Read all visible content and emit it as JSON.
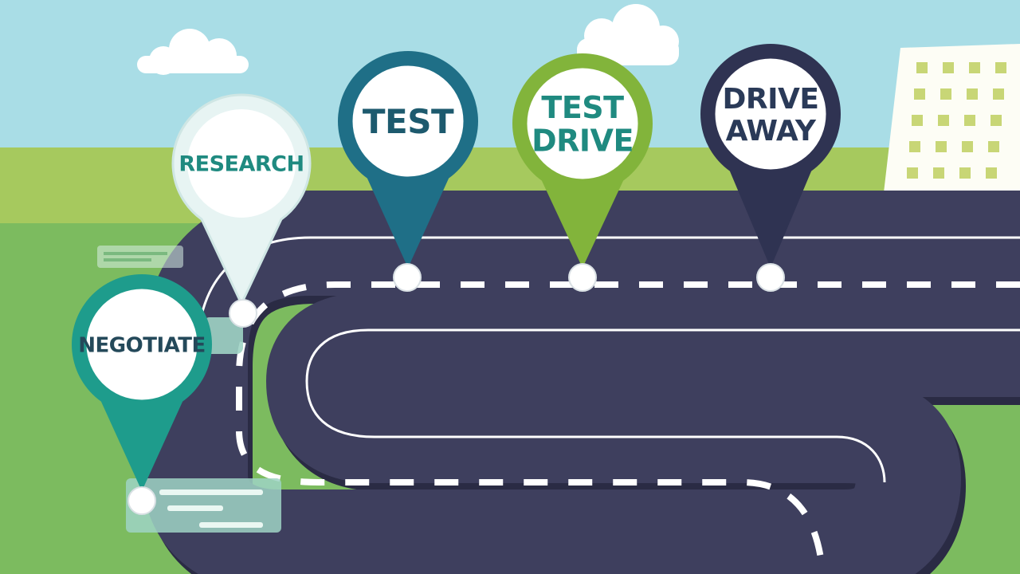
{
  "colors": {
    "sky": "#a9dde6",
    "grass": "#7cbb5f",
    "road": "#3e3f5e",
    "road_line": "#ffffff",
    "building": "#fdfdf5",
    "window": "#c8d676"
  },
  "pins": [
    {
      "id": "negotiate",
      "lines": [
        "NEGOTIATE"
      ],
      "color": "#1e9c8c",
      "text_color": "#24495a"
    },
    {
      "id": "research",
      "lines": [
        "RESEARCH"
      ],
      "color": "#e7f4f3",
      "text_color": "#1f8a80"
    },
    {
      "id": "test",
      "lines": [
        "TEST"
      ],
      "color": "#1f6f87",
      "text_color": "#1d5a6e"
    },
    {
      "id": "test-drive",
      "lines": [
        "TEST",
        "DRIVE"
      ],
      "color": "#82b43b",
      "text_color": "#1f8a80"
    },
    {
      "id": "drive-away",
      "lines": [
        "DRIVE",
        "AWAY"
      ],
      "color": "#2f3352",
      "text_color": "#2a3a58"
    }
  ]
}
